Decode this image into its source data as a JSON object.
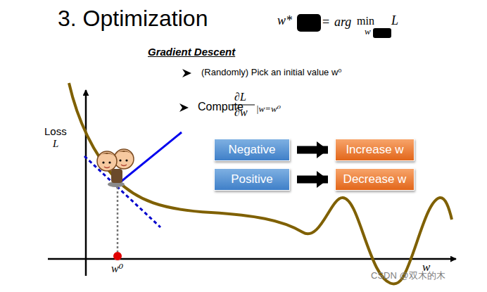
{
  "diagram": {
    "title": "3. Optimization",
    "nodes": [
      {
        "text": [
          "Negative"
        ]
      },
      {
        "text": [
          "Increase w"
        ]
      },
      {
        "text": [
          "Positive"
        ]
      },
      {
        "text": [
          "Decrease w"
        ]
      }
    ],
    "edges": [
      {
        "from": 0,
        "to": 1,
        "arrow": "to"
      },
      {
        "from": 2,
        "to": 3,
        "arrow": "to"
      }
    ],
    "labels": [
      "w*",
      "=",
      "arg",
      "min",
      "w",
      "L",
      "Gradient Descent",
      "(Randomly) Pick an initial value w⁰",
      "Compute",
      "∂L",
      "∂w",
      "|w=w⁰",
      "Loss",
      "L",
      "w⁰",
      "w",
      "CSDN @双木的木"
    ]
  }
}
